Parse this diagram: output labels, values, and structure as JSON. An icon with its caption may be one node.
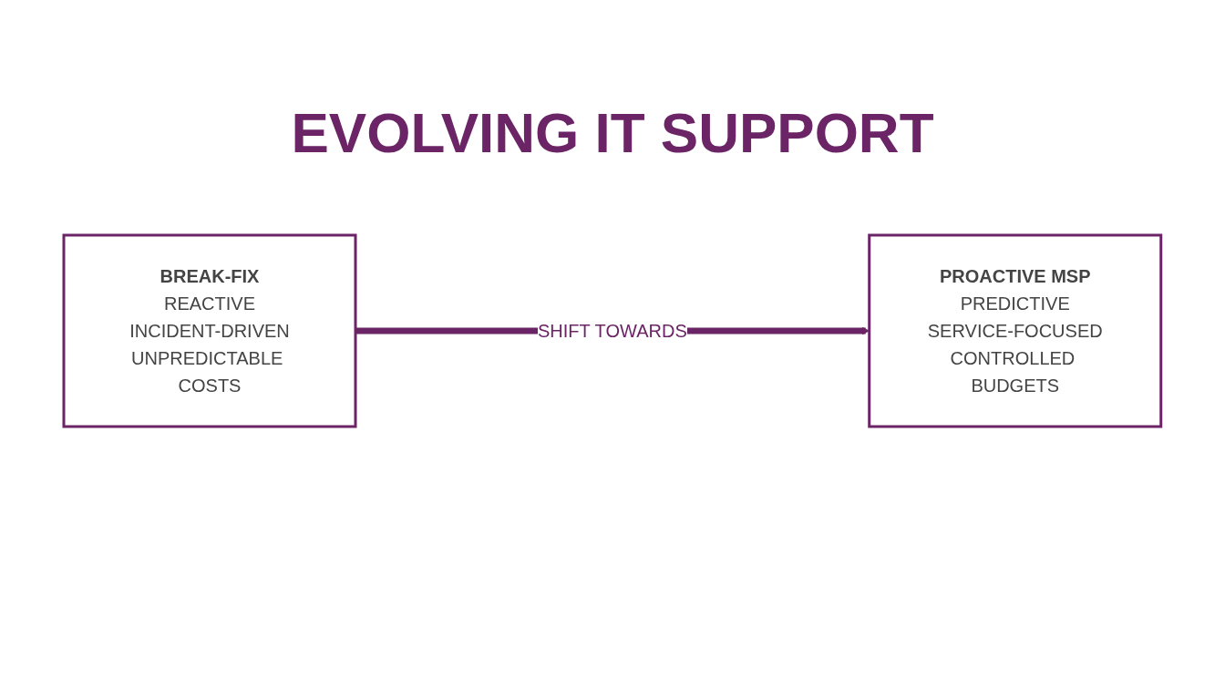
{
  "diagram": {
    "title": "EVOLVING IT SUPPORT",
    "nodes": [
      {
        "text": [
          "BREAK-FIX",
          "REACTIVE",
          "INCIDENT-DRIVEN",
          "UNPREDICTABLE COSTS"
        ]
      },
      {
        "text": [
          "PROACTIVE MSP",
          "PREDICTIVE",
          "SERVICE-FOCUSED",
          "CONTROLLED BUDGETS"
        ]
      }
    ],
    "edges": [
      {
        "from": 0,
        "to": 1,
        "arrow": "to",
        "label": "SHIFT TOWARDS"
      }
    ]
  }
}
